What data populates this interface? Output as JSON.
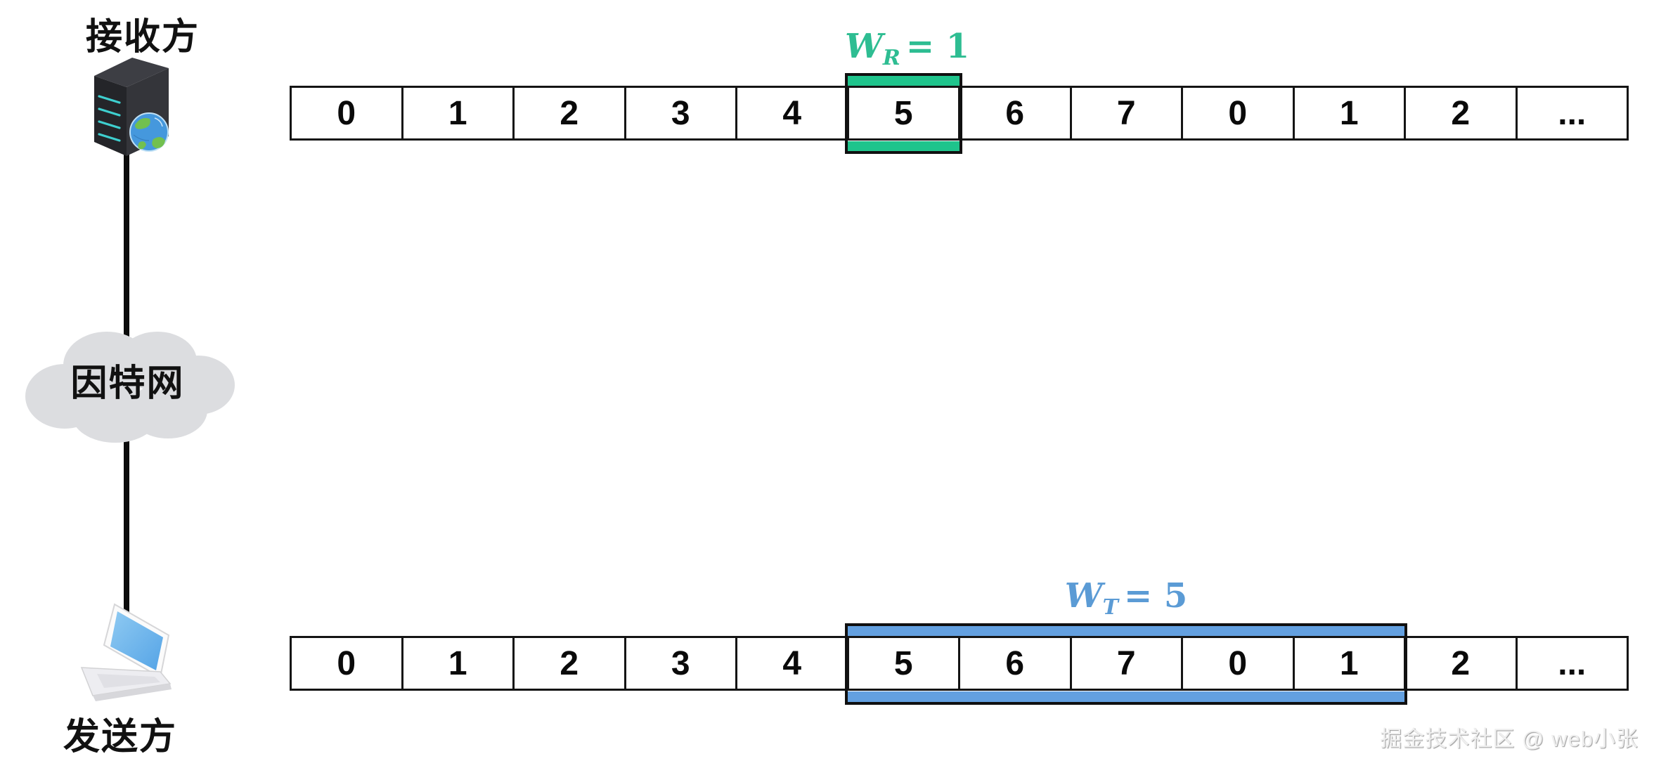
{
  "receiver": {
    "label": "接收方"
  },
  "internet": {
    "label": "因特网"
  },
  "sender": {
    "label": "发送方"
  },
  "receiver_row": {
    "cells": [
      "0",
      "1",
      "2",
      "3",
      "4",
      "5",
      "6",
      "7",
      "0",
      "1",
      "2",
      "..."
    ],
    "window": {
      "symbol": "W",
      "subscript": "R",
      "value": "= 1",
      "start_cell_index": 5,
      "size": 1
    }
  },
  "sender_row": {
    "cells": [
      "0",
      "1",
      "2",
      "3",
      "4",
      "5",
      "6",
      "7",
      "0",
      "1",
      "2",
      "..."
    ],
    "window": {
      "symbol": "W",
      "subscript": "T",
      "value": "= 5",
      "start_cell_index": 5,
      "size": 5
    }
  },
  "watermark": {
    "text": "掘金技术社区 @ web小张"
  },
  "colors": {
    "receive_window": "#1fc48c",
    "receive_label": "#2ebd92",
    "send_window": "#63a0e0",
    "send_label": "#5b9bd5",
    "grid_border": "#141414"
  }
}
